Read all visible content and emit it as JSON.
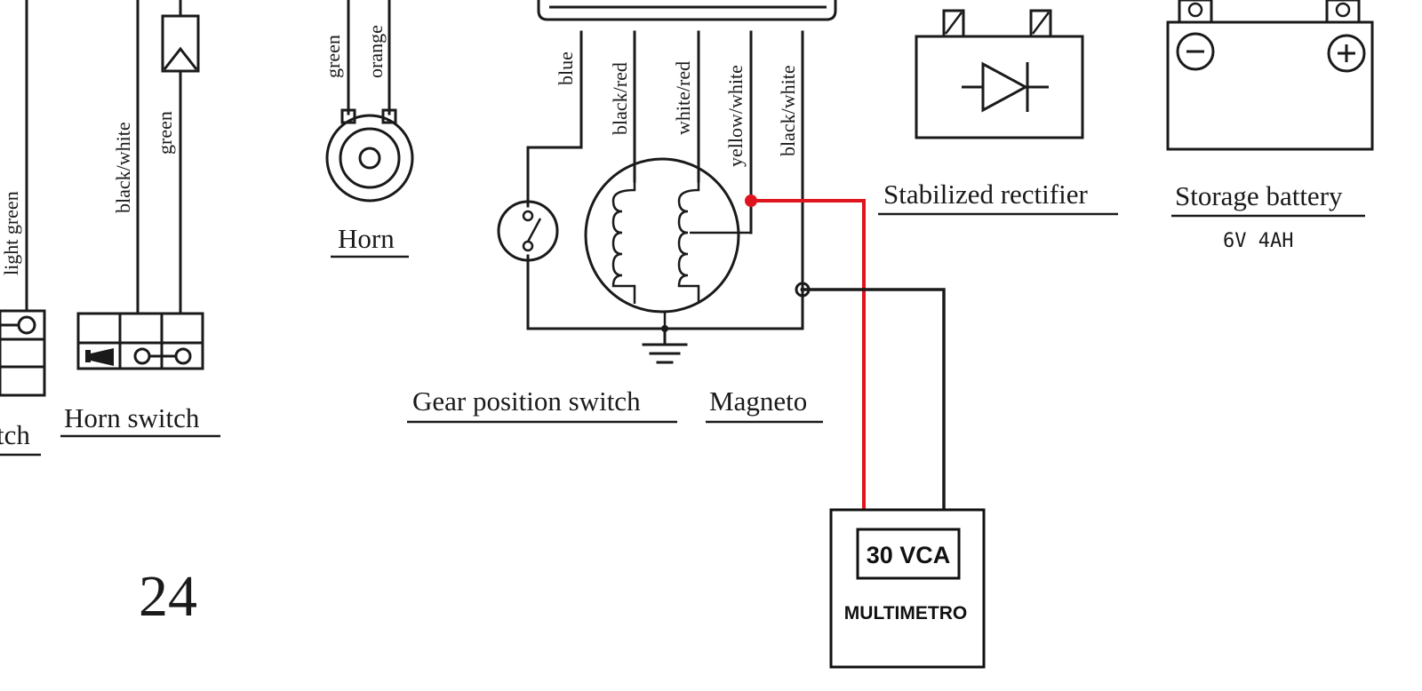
{
  "diagram": {
    "wire_labels": {
      "light_green": "light green",
      "horn_switch_left": "black/white",
      "horn_switch_right": "green",
      "horn_left": "green",
      "horn_right": "orange",
      "magneto_1": "blue",
      "magneto_2": "black/red",
      "magneto_3": "white/red",
      "magneto_4": "yellow/white",
      "magneto_5": "black/white"
    },
    "captions": {
      "partial_switch": "tch",
      "horn_switch": "Horn switch",
      "horn": "Horn",
      "gear_position_switch": "Gear position switch",
      "magneto": "Magneto",
      "stabilized_rectifier": "Stabilized rectifier",
      "storage_battery": "Storage battery"
    },
    "battery_spec": "6V 4AH",
    "page_number": "24",
    "multimeter": {
      "reading": "30 VCA",
      "label": "MULTIMETRO"
    },
    "colors": {
      "line": "#1a1a1a",
      "probe_red": "#e0141e",
      "probe_black": "#1a1a1a",
      "background": "#ffffff"
    }
  }
}
